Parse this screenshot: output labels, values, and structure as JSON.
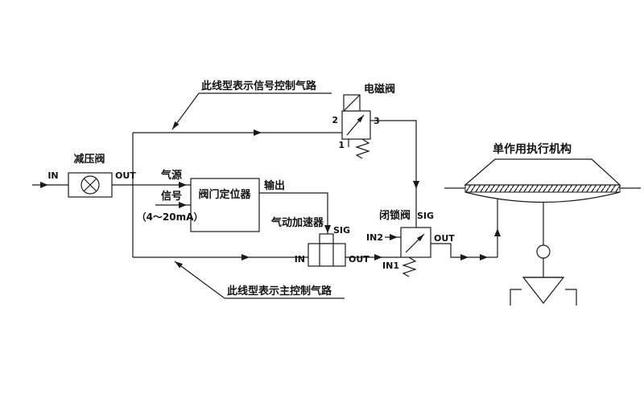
{
  "diagram": {
    "background": "#ffffff",
    "line_color": "#1a1a1a",
    "notes": {
      "signal_line": "此线型表示信号控制气路",
      "main_line": "此线型表示主控制气路"
    },
    "pressure_reducing_valve": {
      "label": "减压阀",
      "in": "IN",
      "out": "OUT"
    },
    "solenoid_valve": {
      "label": "电磁阀",
      "port_2": "2",
      "port_3": "3",
      "port_1": "1"
    },
    "positioner": {
      "label": "阀门定位器",
      "air_supply": "气源",
      "signal": "信号",
      "signal_range": "（4～20mA）",
      "output": "输出"
    },
    "booster": {
      "label": "气动加速器",
      "sig": "SIG",
      "in": "IN",
      "out": "OUT"
    },
    "lockup_valve": {
      "label": "闭锁阀",
      "sig": "SIG",
      "in2": "IN2",
      "out": "OUT",
      "in1": "IN1"
    },
    "actuator": {
      "label": "单作用执行机构"
    }
  }
}
